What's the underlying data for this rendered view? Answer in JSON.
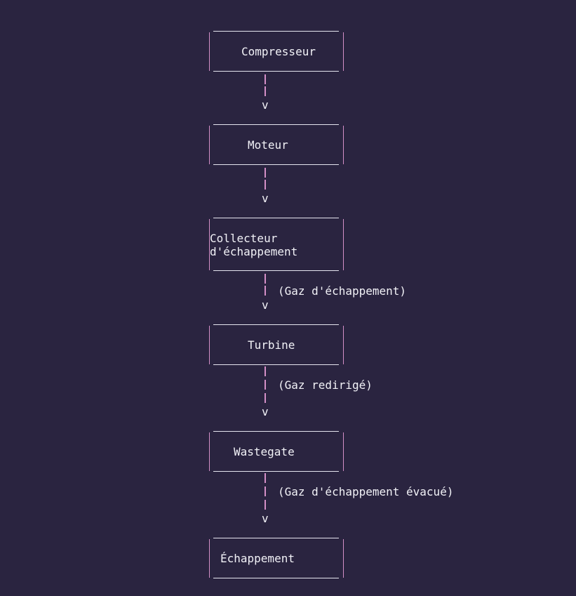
{
  "colors": {
    "background": "#2a2440",
    "text": "#f2f2f7",
    "border_vertical": "#d48fc7",
    "border_horizontal": "#e6e6f0"
  },
  "nodes": [
    {
      "id": "compresseur",
      "label": "Compresseur"
    },
    {
      "id": "moteur",
      "label": "Moteur"
    },
    {
      "id": "collecteur",
      "label": "Collecteur\nd'échappement"
    },
    {
      "id": "turbine",
      "label": "Turbine"
    },
    {
      "id": "wastegate",
      "label": "Wastegate"
    },
    {
      "id": "echappement",
      "label": "Échappement"
    }
  ],
  "connectors": [
    {
      "note": ""
    },
    {
      "note": ""
    },
    {
      "note": "(Gaz d'échappement)"
    },
    {
      "note": "(Gaz redirigé)"
    },
    {
      "note": "(Gaz d'échappement évacué)"
    }
  ],
  "arrow_glyph": "v"
}
